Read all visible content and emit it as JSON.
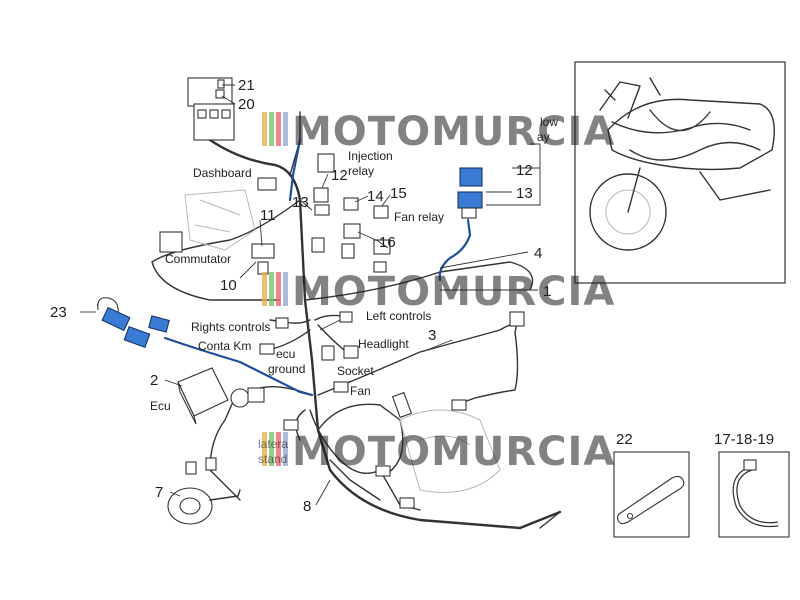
{
  "callouts": {
    "n1": "1",
    "n2": "2",
    "n3": "3",
    "n4": "4",
    "n7": "7",
    "n8": "8",
    "n10": "10",
    "n11": "11",
    "n12a": "12",
    "n12b": "12",
    "n13a": "13",
    "n13b": "13",
    "n14": "14",
    "n15": "15",
    "n16": "16",
    "n20": "20",
    "n21": "21",
    "n22": "22",
    "n23": "23",
    "n171819": "17-18-19"
  },
  "labels": {
    "dashboard": "Dashboard",
    "injection_relay_1": "Injection",
    "injection_relay_2": "relay",
    "fan_relay": "Fan relay",
    "commutator": "Commutator",
    "rights_controls": "Rights controls",
    "left_controls": "Left controls",
    "conta_km": "Conta Km",
    "ecu_ground_1": "ecu",
    "ecu_ground_2": "ground",
    "headlight": "Headlight",
    "socket": "Socket",
    "fan": "Fan",
    "ecu": "Ecu",
    "lateral_1": "latera",
    "lateral_2": "stand",
    "low_1": "low",
    "low_2": "ay"
  },
  "watermark": {
    "text": "MOTOMURCIA",
    "stripe_colors": [
      "#e8b04a",
      "#7cc36a",
      "#e86a6a",
      "#9aa8d8"
    ]
  },
  "colors": {
    "wire_blue": "#1f4f9a",
    "part_blue": "#3a7bd5"
  }
}
